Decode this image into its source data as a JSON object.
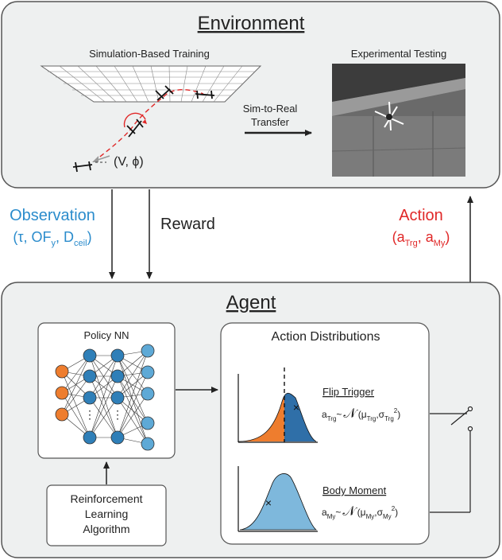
{
  "environment": {
    "title": "Environment",
    "sim_label": "Simulation-Based Training",
    "exp_label": "Experimental Testing",
    "state_label": "(V, ϕ)",
    "transfer_label_1": "Sim-to-Real",
    "transfer_label_2": "Transfer"
  },
  "signals": {
    "observation_title": "Observation",
    "observation_vars": "(τ, OF",
    "observation_sub_y": "y",
    "observation_mid": ", D",
    "observation_sub_ceil": "ceil",
    "observation_close": ")",
    "reward": "Reward",
    "action_title": "Action",
    "action_open": "(a",
    "action_sub_trg": "Trg",
    "action_mid": ", a",
    "action_sub_my": "My",
    "action_close": ")"
  },
  "agent": {
    "title": "Agent",
    "policy_title": "Policy NN",
    "rl_line1": "Reinforcement",
    "rl_line2": "Learning",
    "rl_line3": "Algorithm",
    "dist_title": "Action Distributions",
    "flip_label": "Flip Trigger",
    "flip_eq_a": "a",
    "flip_eq_sub": "Trg",
    "flip_eq_tilde": "~",
    "flip_eq_N": "𝒩",
    "flip_eq_args": "(μ",
    "flip_eq_mu_sub": "Trg",
    "flip_eq_comma": ",σ",
    "flip_eq_sigma_sub": "Trg",
    "flip_eq_sq": "2",
    "flip_eq_close": ")",
    "body_label": "Body Moment",
    "body_eq_a": "a",
    "body_eq_sub": "My",
    "body_eq_tilde": "~",
    "body_eq_N": "𝒩",
    "body_eq_args": "(μ",
    "body_eq_mu_sub": "My",
    "body_eq_comma": ",σ",
    "body_eq_sigma_sub": "My",
    "body_eq_sq": "2",
    "body_eq_close": ")"
  },
  "colors": {
    "observation": "#2b8ccc",
    "action": "#e02828",
    "input_node": "#ee7d2e",
    "hidden_node": "#2f7fb8",
    "output_node": "#5ea9d6",
    "panel_bg": "#eef0f0"
  }
}
